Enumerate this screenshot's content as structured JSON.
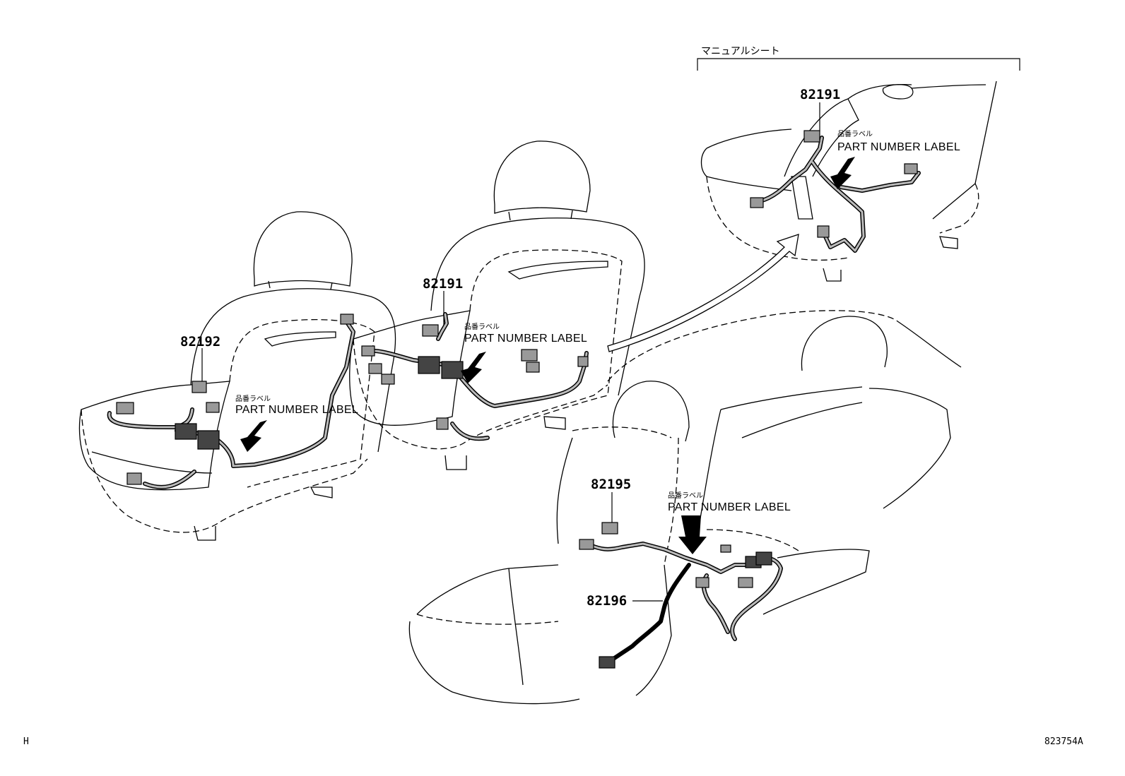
{
  "group": {
    "title": "マニュアルシート"
  },
  "parts": {
    "p82192": "82192",
    "p82191_a": "82191",
    "p82191_b": "82191",
    "p82195": "82195",
    "p82196": "82196"
  },
  "labels": {
    "jp": "品番ラベル",
    "en": "PART NUMBER LABEL"
  },
  "footer": {
    "left": "H",
    "right": "823754A"
  }
}
